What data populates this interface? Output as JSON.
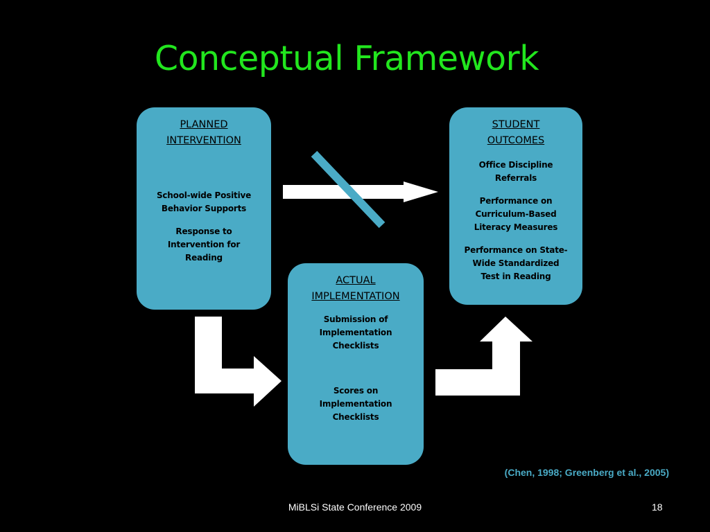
{
  "title": "Conceptual Framework",
  "planned": {
    "heading_line1": "PLANNED",
    "heading_line2": "INTERVENTION",
    "item1_line1": "School-wide Positive",
    "item1_line2": "Behavior Supports",
    "item2_line1": "Response to",
    "item2_line2": "Intervention for",
    "item2_line3": "Reading"
  },
  "actual": {
    "heading_line1": "ACTUAL",
    "heading_line2": "IMPLEMENTATION",
    "item1_line1": "Submission of",
    "item1_line2": "Implementation",
    "item1_line3": "Checklists",
    "item2_line1": "Scores on",
    "item2_line2": "Implementation",
    "item2_line3": "Checklists"
  },
  "outcomes": {
    "heading_line1": "STUDENT",
    "heading_line2": "OUTCOMES",
    "item1_line1": "Office Discipline",
    "item1_line2": "Referrals",
    "item2_line1": "Performance on",
    "item2_line2": "Curriculum-Based",
    "item2_line3": "Literacy Measures",
    "item3_line1": "Performance on State-",
    "item3_line2": "Wide Standardized",
    "item3_line3": "Test in Reading"
  },
  "citation": "(Chen, 1998; Greenberg et al., 2005)",
  "footer": "MiBLSi State Conference 2009",
  "slide_number": "18",
  "colors": {
    "background": "#000000",
    "title": "#22e61e",
    "box": "#4aabc6",
    "arrow": "#ffffff",
    "citation": "#4aabc6"
  }
}
